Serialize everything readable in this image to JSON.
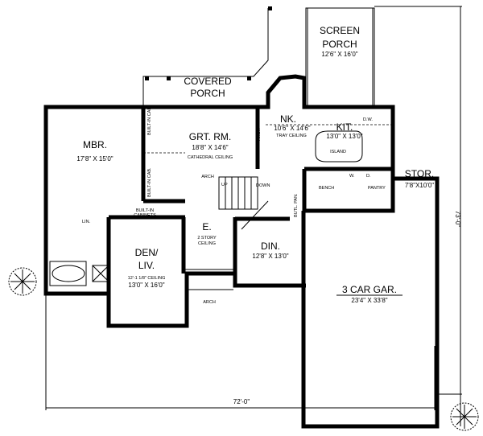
{
  "rooms": {
    "screen_porch": {
      "name_line1": "SCREEN",
      "name_line2": "PORCH",
      "size": "12'6\" X 16'0\""
    },
    "covered_porch": {
      "name_line1": "COVERED",
      "name_line2": "PORCH"
    },
    "nook": {
      "name": "NK.",
      "size": "10'6\" X 14'6\"",
      "note": "TRAY CEILING"
    },
    "kitchen": {
      "name": "KIT.",
      "size": "13'0\" X 13'0\"",
      "island": "ISLAND",
      "dw": "D.W.",
      "pantry": "PANTRY"
    },
    "master_bedroom": {
      "name": "MBR.",
      "size": "17'8\" X 15'0\""
    },
    "great_room": {
      "name": "GRT. RM.",
      "size": "18'8\" X 14'6\"",
      "note": "CATHEDRAL CEILING",
      "builtin_top": "BUILT-IN CAB.",
      "builtin_bottom": "BUILT-IN CAB."
    },
    "storage": {
      "name": "STOR.",
      "size": "7'8\"X10'0\""
    },
    "laundry": {
      "bench": "BENCH",
      "washer": "W.",
      "dryer": "D."
    },
    "entry": {
      "name": "E.",
      "note_line1": "2 STORY",
      "note_line2": "CEILING",
      "arch_top": "ARCH",
      "arch_bottom": "ARCH",
      "stairs_up": "UP",
      "stairs_down": "DOWN"
    },
    "builtin_cabinets": {
      "line1": "BUILT-IN",
      "line2": "CABINETS"
    },
    "linen": "LIN.",
    "butler_pantry": "BUTL. PAN.",
    "nook_arch": "ARCH",
    "den": {
      "name_line1": "DEN/",
      "name_line2": "LIV.",
      "note": "12'-1 1/8\" CEILING",
      "size": "13'0\" X 16'0\""
    },
    "dining": {
      "name": "DIN.",
      "size": "12'8\" X 13'0\""
    },
    "garage": {
      "name": "3 CAR GAR.",
      "size": "23'4\" X 33'8\""
    }
  },
  "dimensions": {
    "width": "72'-0\"",
    "depth": "73'-0\""
  },
  "icons": [
    "tree-icon",
    "tree-icon"
  ]
}
